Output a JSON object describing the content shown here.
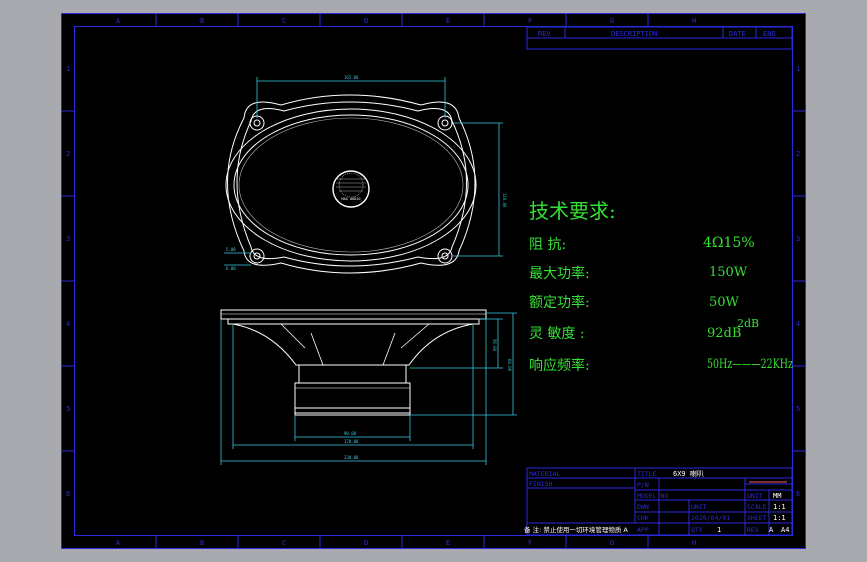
{
  "colors": {
    "background": "#a9aab0",
    "sheet": "#000000",
    "border": "#2222d8",
    "outline": "#ffffff",
    "dimension": "#35c8e0",
    "notes": "#35e034",
    "title_text": "#ff7fd6"
  },
  "border_labels": {
    "columns": [
      "A",
      "B",
      "C",
      "D",
      "E",
      "F",
      "G",
      "H"
    ],
    "rows": [
      "1",
      "2",
      "3",
      "4",
      "5",
      "6"
    ]
  },
  "revision_table": {
    "headers": [
      "REV",
      "DESCRIPTION",
      "DATE",
      "ENG"
    ]
  },
  "dimensions": {
    "top_width": "165.00",
    "right_height": "110.00",
    "hole_a": "5.00",
    "hole_b": "6.00",
    "depth_inner": "56.00",
    "depth_outer": "68.00",
    "magnet_width": "90.00",
    "basket_width": "170.00",
    "overall_width": "238.00",
    "logo": "MAX AUDIO"
  },
  "tech_notes": {
    "heading": "技术要求:",
    "rows": [
      {
        "label": "阻  抗:",
        "value": "4Ω15%"
      },
      {
        "label": "最大功率:",
        "value": "150W"
      },
      {
        "label": "额定功率:",
        "value": "50W"
      },
      {
        "label": "灵 敏度 :",
        "value": "92dB"
      },
      {
        "label": "响应频率:",
        "value": "50Hz———22KHz"
      }
    ],
    "tolerance": "2dB"
  },
  "title_block": {
    "material_label": "MATERIAL",
    "finish_label": "FINISH",
    "title_label": "TITLE",
    "title_value": "6X9 喇叭",
    "pn_label": "P/N",
    "model_label": "MODEL NO",
    "dwn_label": "DWN",
    "chk_label": "CHK",
    "app_label": "APP",
    "unit_label": "UNIT",
    "unit_value": "MM",
    "scale_label": "SCALE",
    "scale_value": "1:1",
    "sheet_label": "SHEET",
    "sheet_value": "1:1",
    "qty_label": "QTY",
    "qty_value": "1",
    "rev_label": "REV",
    "rev_value": "A",
    "size_value": "A4",
    "dwn_date": "2020/04/01",
    "note": "备 注: 禁止使用一切环境管理物质 A"
  }
}
